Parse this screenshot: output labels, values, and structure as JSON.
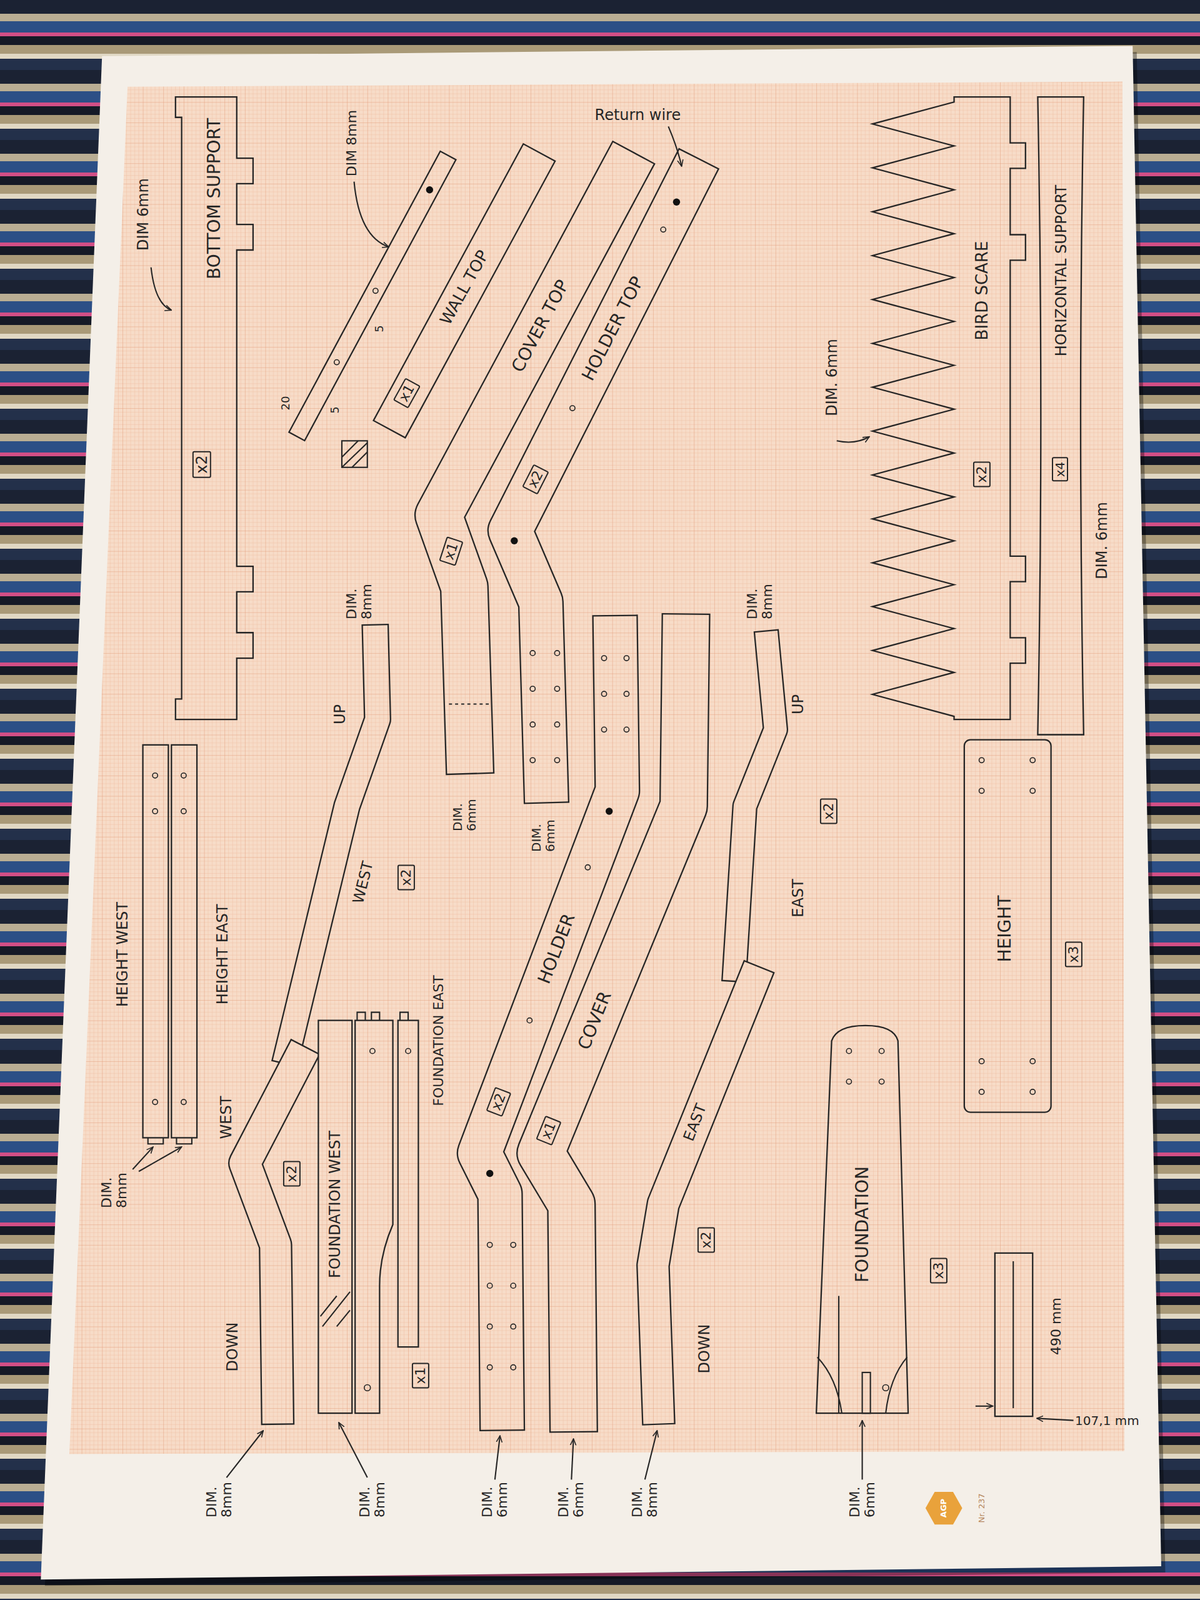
{
  "diagram": {
    "nodes": [
      {
        "text": [
          "BOTTOM SUPPORT",
          "x2"
        ]
      },
      {
        "text": [
          "WALL TOP",
          "x1"
        ]
      },
      {
        "text": [
          "COVER TOP",
          "x1"
        ]
      },
      {
        "text": [
          "HOLDER TOP",
          "x2"
        ]
      },
      {
        "text": [
          "BIRD SCARE",
          "x2"
        ]
      },
      {
        "text": [
          "HORIZONTAL SUPPORT",
          "x4"
        ]
      },
      {
        "text": [
          "HEIGHT WEST",
          "HEIGHT EAST"
        ]
      },
      {
        "text": [
          "WEST",
          "UP",
          "x2"
        ]
      },
      {
        "text": [
          "EAST",
          "UP",
          "x2"
        ]
      },
      {
        "text": [
          "HOLDER",
          "x2"
        ]
      },
      {
        "text": [
          "COVER",
          "x1"
        ]
      },
      {
        "text": [
          "FOUNDATION WEST",
          "FOUNDATION EAST",
          "x1"
        ]
      },
      {
        "text": [
          "DOWN",
          "WEST",
          "x2"
        ]
      },
      {
        "text": [
          "DOWN",
          "EAST",
          "x2"
        ]
      },
      {
        "text": [
          "HEIGHT",
          "x3"
        ]
      },
      {
        "text": [
          "FOUNDATION",
          "x3"
        ]
      }
    ],
    "labels": [
      "DIM 6mm",
      "DIM 8mm",
      "20",
      "5",
      "5",
      "Return wire",
      "DIM. 8mm",
      "DIM. 6mm",
      "DIM. 6mm",
      "DIM. 8mm",
      "DIM. 6mm",
      "DIM. 6mm",
      "DIM. 8mm",
      "DIM. 8mm",
      "DIM. 8mm",
      "DIM. 6mm",
      "DIM. 6mm",
      "DIM. 8mm",
      "DIM. 6mm",
      "490 mm",
      "107,1 mm",
      "AGP",
      "Nr. 237"
    ]
  }
}
